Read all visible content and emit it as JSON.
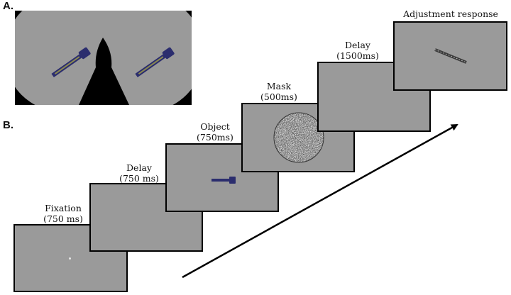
{
  "panel_a": {
    "label": "A."
  },
  "panel_b": {
    "label": "B."
  },
  "sequence": [
    {
      "name": "Fixation",
      "duration": "(750 ms)"
    },
    {
      "name": "Delay",
      "duration": "(750 ms)"
    },
    {
      "name": "Object",
      "duration": "(750ms)"
    },
    {
      "name": "Mask",
      "duration": "(500ms)"
    },
    {
      "name": "Delay",
      "duration": "(1500ms)"
    },
    {
      "name": "Adjustment response",
      "duration": ""
    }
  ],
  "colors": {
    "screen": "#9a9a9a",
    "background": "#000000",
    "object": "#2b2d6e",
    "mask": "#808080"
  },
  "icons": {
    "object": "flashlight-icon",
    "fixation": "fixation-dot-icon",
    "response": "response-bar-icon"
  }
}
